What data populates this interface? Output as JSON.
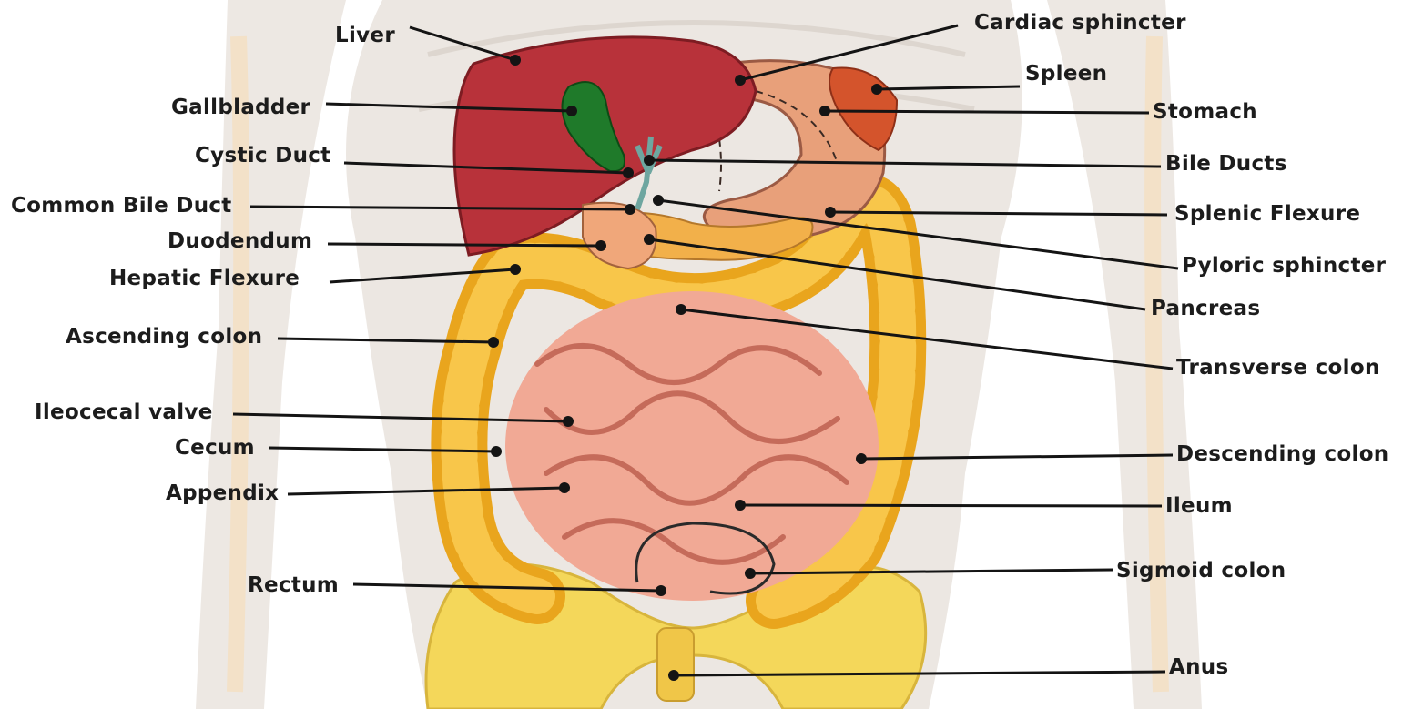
{
  "colors": {
    "liver": "#b8323a",
    "gallbladder": "#1f7a2a",
    "colon": "#f2b526",
    "small_intestine": "#f0a48f",
    "stomach": "#e49a72",
    "spleen": "#d4542c",
    "pelvis": "#f4d75a",
    "body_silhouette": "#e9e4df",
    "leader_line": "#141414"
  },
  "labels": {
    "liver": "Liver",
    "gallbladder": "Gallbladder",
    "cystic_duct": "Cystic Duct",
    "common_bile_duct": "Common Bile Duct",
    "duodenum": "Duodendum",
    "hepatic_flexure": "Hepatic Flexure",
    "ascending_colon": "Ascending colon",
    "ileocecal_valve": "Ileocecal valve",
    "cecum": "Cecum",
    "appendix": "Appendix",
    "rectum": "Rectum",
    "cardiac_sphincter": "Cardiac sphincter",
    "spleen": "Spleen",
    "stomach": "Stomach",
    "bile_ducts": "Bile Ducts",
    "splenic_flexure": "Splenic Flexure",
    "pyloric_sphincter": "Pyloric sphincter",
    "pancreas": "Pancreas",
    "transverse_colon": "Transverse colon",
    "descending_colon": "Descending colon",
    "ileum": "Ileum",
    "sigmoid_colon": "Sigmoid colon",
    "anus": "Anus"
  }
}
